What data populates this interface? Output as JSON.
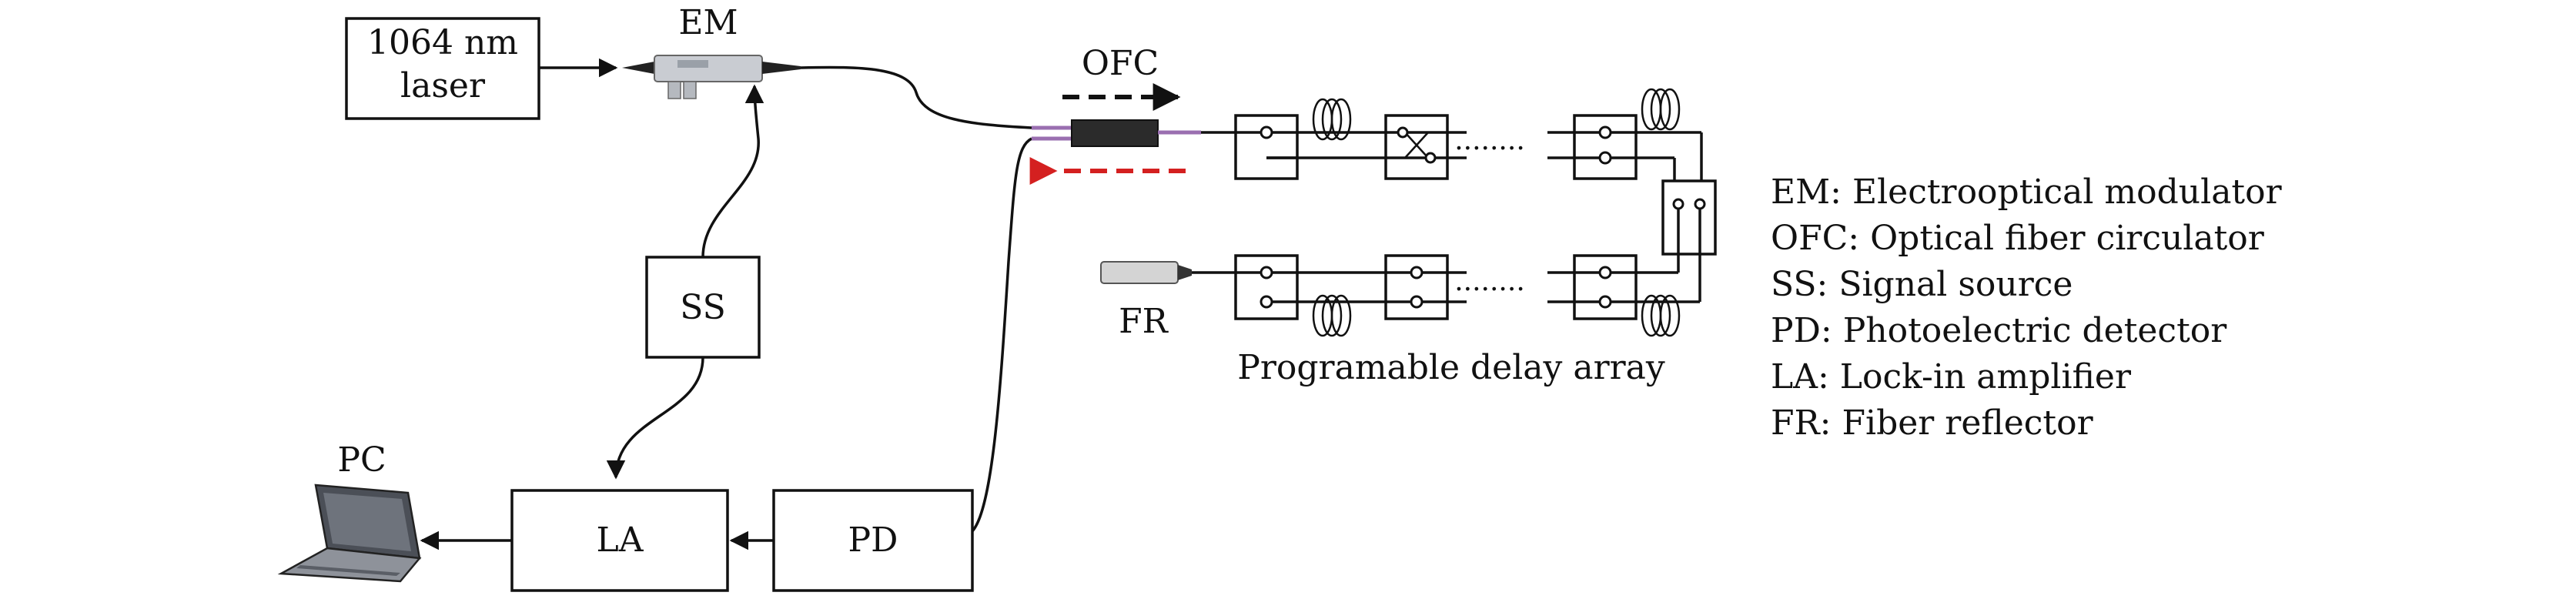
{
  "components": {
    "laser": {
      "line1": "1064 nm",
      "line2": "laser"
    },
    "em": "EM",
    "ofc": "OFC",
    "ss": "SS",
    "pc": "PC",
    "la": "LA",
    "pd": "PD",
    "fr": "FR",
    "delay_array": "Programable delay array"
  },
  "legend": [
    "EM: Electrooptical modulator",
    "OFC: Optical fiber circulator",
    "SS: Signal source",
    "PD: Photoelectric detector",
    "LA: Lock-in amplifier",
    "FR: Fiber reflector"
  ],
  "colors": {
    "forward_arrow": "#111111",
    "return_arrow": "#d42020",
    "fiber": "#9a6fb0"
  }
}
